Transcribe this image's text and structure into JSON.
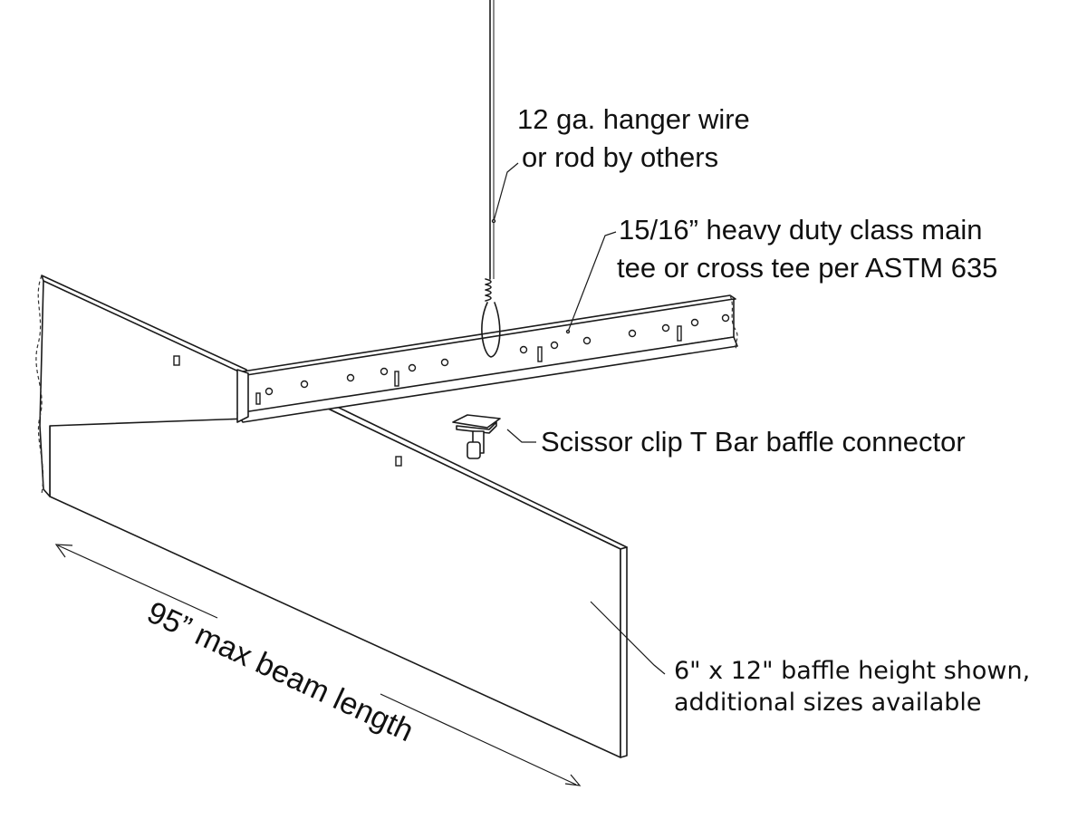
{
  "labels": {
    "hanger_wire_line1": "12 ga. hanger wire",
    "hanger_wire_line2": "or rod by others",
    "tee_line1": "15/16” heavy duty class main",
    "tee_line2": "tee or cross tee per ASTM 635",
    "clip": "Scissor clip T Bar baffle connector",
    "baffle_line1": "6\" x 12\" baffle height shown,",
    "baffle_line2": "additional sizes available",
    "beam_length": "95” max beam length"
  }
}
